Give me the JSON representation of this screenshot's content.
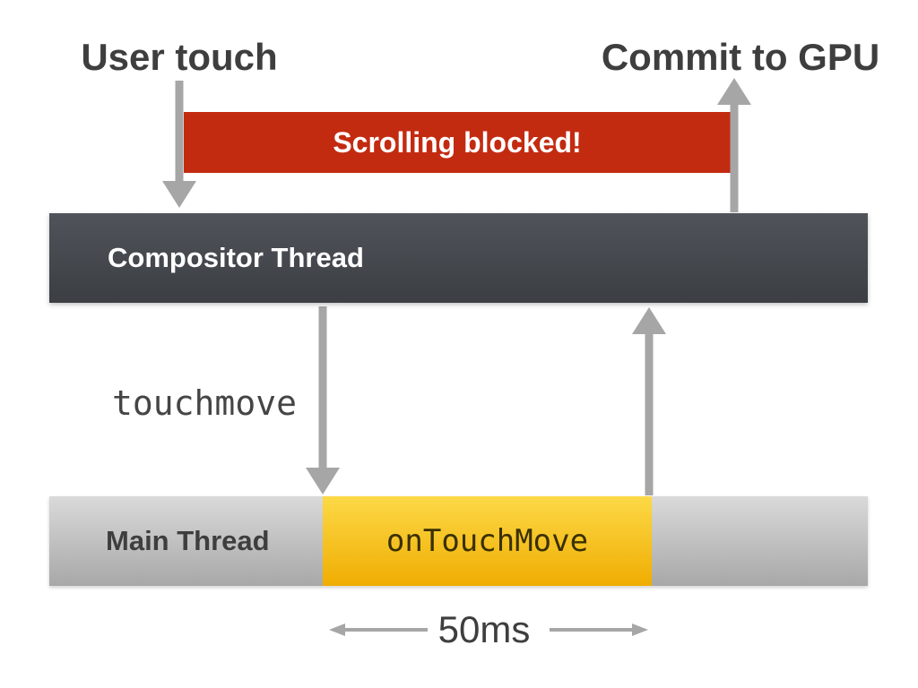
{
  "diagram": {
    "annotations": {
      "user_touch": "User touch",
      "commit_to_gpu": "Commit to GPU",
      "event_name": "touchmove",
      "duration": "50ms"
    },
    "blocked_banner": {
      "label": "Scrolling blocked!"
    },
    "compositor_thread": {
      "label": "Compositor Thread"
    },
    "main_thread": {
      "label": "Main Thread",
      "busy_segment_label": "onTouchMove"
    }
  },
  "colors": {
    "blocked_bar": "#c32b11",
    "arrow": "#a6a6a6",
    "text_dark": "#3e3e3e",
    "compositor_top": "#50545a",
    "compositor_bottom": "#3b3f44",
    "main_gray_top": "#dadada",
    "main_gray_bottom": "#a8a8a8",
    "busy_yellow_top": "#fcd947",
    "busy_yellow_bottom": "#f0ad02"
  }
}
